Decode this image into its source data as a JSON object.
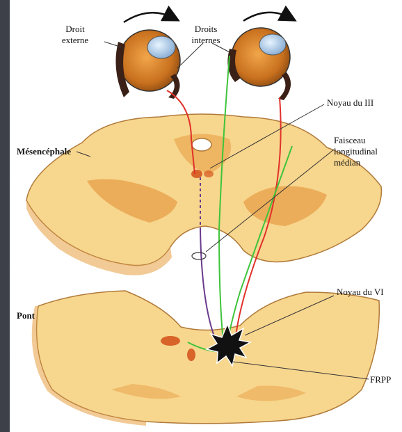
{
  "labels": {
    "droit_externe": [
      "Droit",
      "externe"
    ],
    "droits_internes": [
      "Droits",
      "internes"
    ],
    "noyau_iii": "Noyau du III",
    "faisceau": [
      "Faisceau",
      "longitudinal",
      "médian"
    ],
    "mesencephale": "Mésencéphale",
    "pont": "Pont",
    "noyau_vi": "Noyau du VI",
    "frpp": "FRPP"
  },
  "colors": {
    "background": "#4a4d57",
    "panel": "#ffffff",
    "tissue": "#f7d68e",
    "tissue_dark": "#e9a650",
    "nucleus": "#d8642a",
    "pathway_red": "#e0312a",
    "pathway_green": "#3ec43a",
    "pathway_purple": "#6a3a8c",
    "leader": "#333333"
  },
  "icons": [
    "arrow-rotation-left-icon",
    "arrow-rotation-right-icon",
    "lesion-star-icon"
  ]
}
